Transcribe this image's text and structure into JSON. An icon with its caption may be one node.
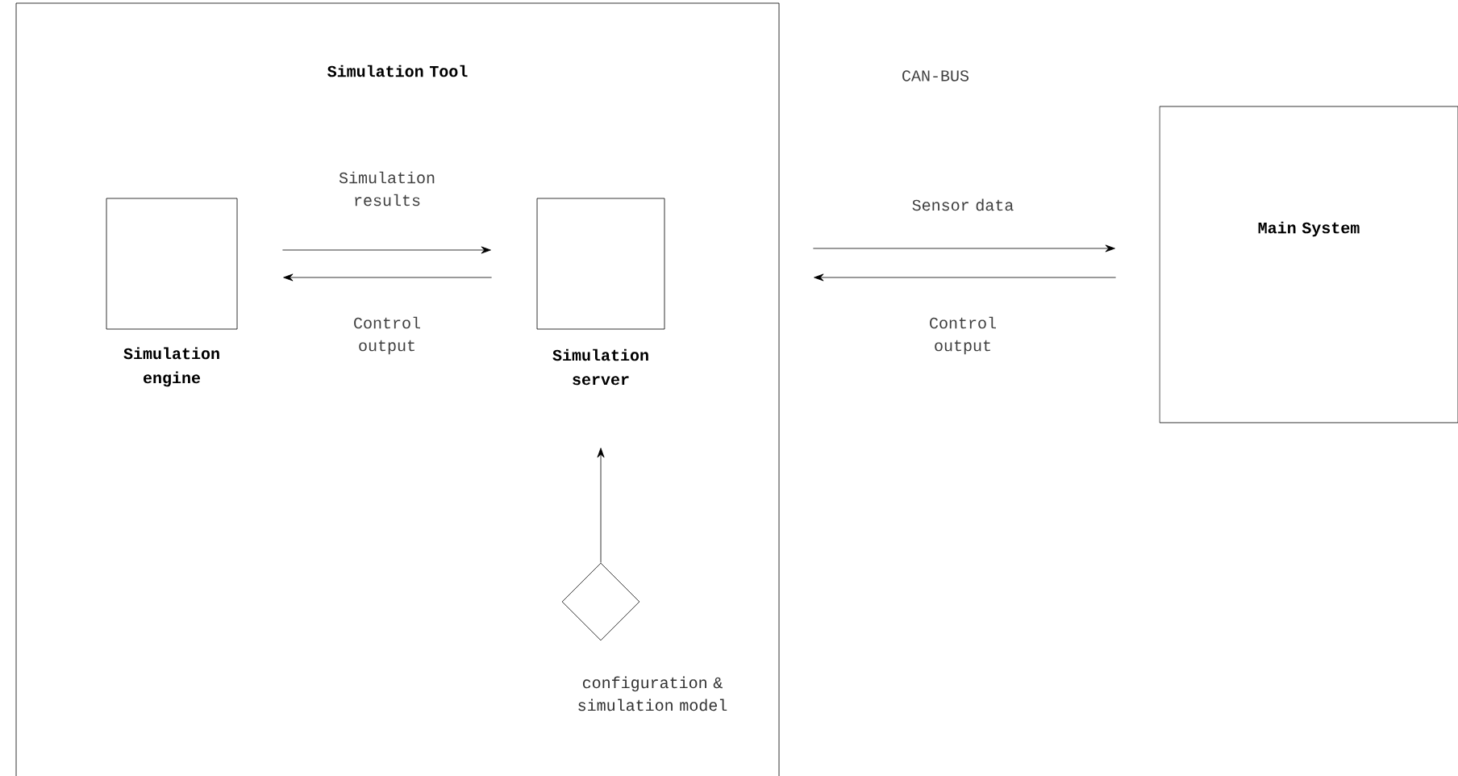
{
  "diagram": {
    "nodes": [
      {
        "text": [
          "Simulation Tool"
        ]
      },
      {
        "text": [
          "Simulation engine"
        ],
        "in": 0
      },
      {
        "text": [
          "Simulation server"
        ],
        "in": 0
      },
      {
        "text": [],
        "shape": "diamond",
        "beside": [
          "configuration & simulation model"
        ],
        "in": 0
      },
      {
        "text": [
          "Main System"
        ]
      }
    ],
    "edges": [
      {
        "from": 1,
        "to": 2,
        "arrow": "to",
        "label": "Simulation results"
      },
      {
        "from": 2,
        "to": 1,
        "arrow": "to",
        "label": "Control output"
      },
      {
        "from": 3,
        "to": 2,
        "arrow": "to"
      },
      {
        "from": 0,
        "to": 4,
        "arrow": "to",
        "label": "Sensor data"
      },
      {
        "from": 4,
        "to": 0,
        "arrow": "to",
        "label": "Control output"
      }
    ],
    "labels": [
      "CAN-BUS"
    ]
  }
}
